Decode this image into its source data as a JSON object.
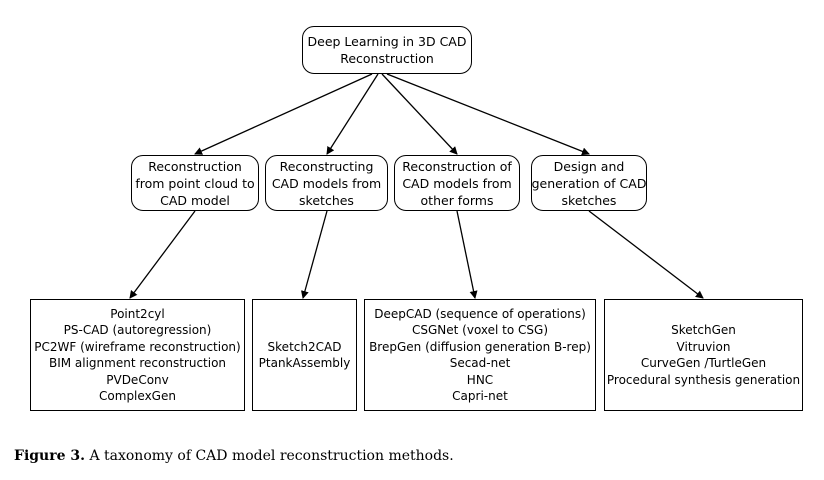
{
  "root": {
    "lines": [
      "Deep Learning in 3D CAD",
      "Reconstruction"
    ]
  },
  "categories": [
    {
      "lines": [
        "Reconstruction",
        "from point cloud to",
        "CAD model"
      ]
    },
    {
      "lines": [
        "Reconstructing",
        "CAD models from",
        "sketches"
      ]
    },
    {
      "lines": [
        "Reconstruction of",
        "CAD models from",
        "other forms"
      ]
    },
    {
      "lines": [
        "Design and",
        "generation of CAD",
        "sketches"
      ]
    }
  ],
  "leaves": [
    {
      "lines": [
        "Point2cyl",
        "PS-CAD (autoregression)",
        "PC2WF (wireframe reconstruction)",
        "BIM alignment reconstruction",
        "PVDeConv",
        "ComplexGen"
      ]
    },
    {
      "lines": [
        "Sketch2CAD",
        "PtankAssembly"
      ]
    },
    {
      "lines": [
        "DeepCAD (sequence of operations)",
        "CSGNet (voxel to CSG)",
        "BrepGen (diffusion generation B-rep)",
        "Secad-net",
        "HNC",
        "Capri-net"
      ]
    },
    {
      "lines": [
        "SketchGen",
        "Vitruvion",
        "CurveGen /TurtleGen",
        "Procedural synthesis generation"
      ]
    }
  ],
  "caption": {
    "label": "Figure 3.",
    "text": " A taxonomy of CAD model reconstruction methods."
  },
  "colors": {
    "line": "#000000",
    "box_border": "#000000"
  }
}
